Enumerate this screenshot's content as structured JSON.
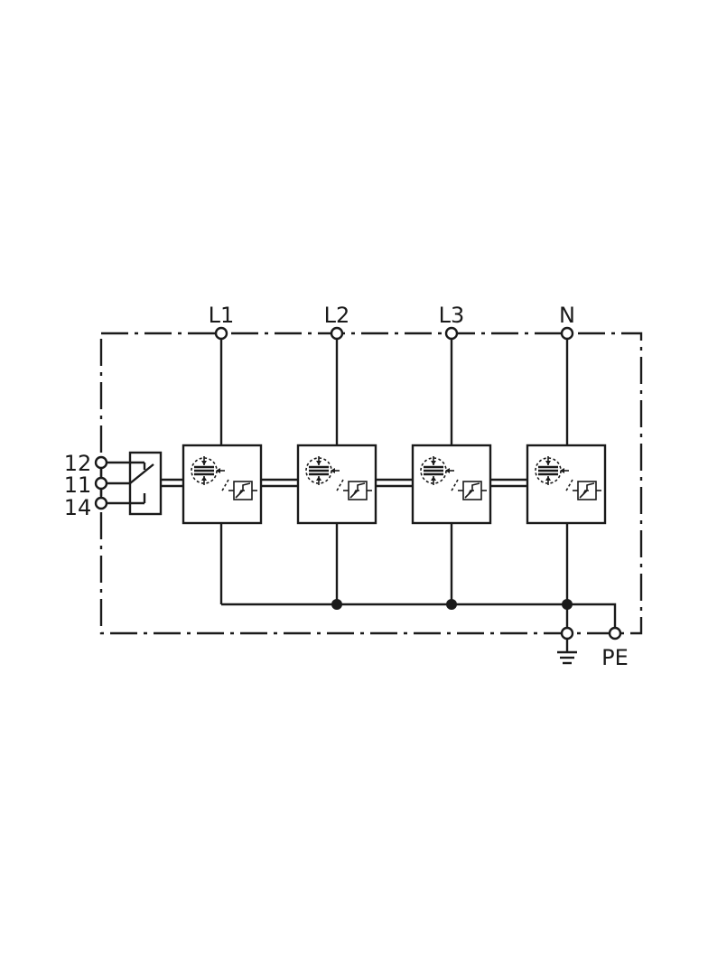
{
  "diagram": {
    "terminals_top": [
      "L1",
      "L2",
      "L3",
      "N"
    ],
    "aux_contacts": [
      "12",
      "11",
      "14"
    ],
    "pe_label": "PE",
    "icons": {
      "ground": "ground-symbol-icon",
      "module_varistor": "varistor-icon",
      "module_gap": "thermal-disconnect-icon"
    }
  }
}
